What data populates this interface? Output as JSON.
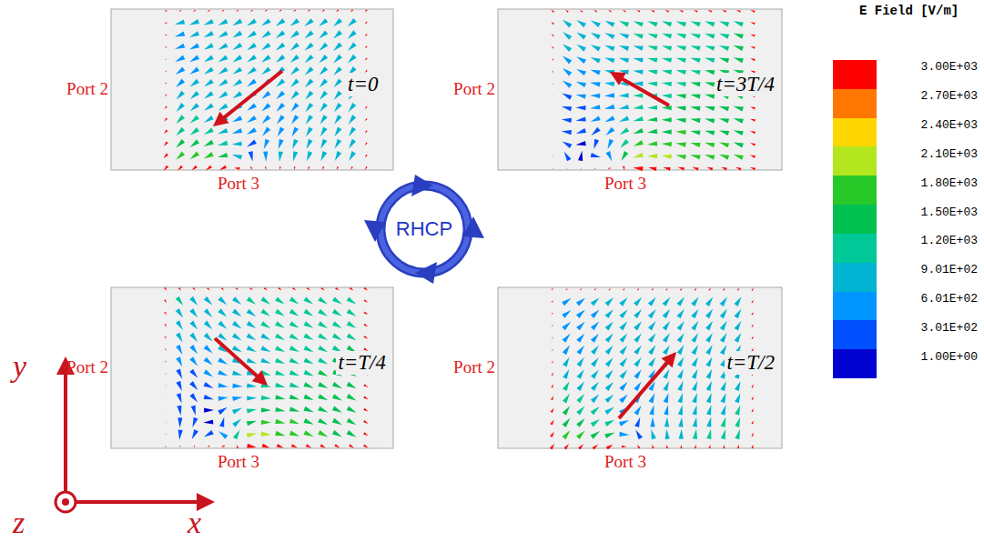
{
  "diagram": {
    "nodes": [
      {
        "text": [
          "Port 2",
          "t=0",
          "Port 3"
        ]
      },
      {
        "text": [
          "Port 2",
          "t=3T/4",
          "Port 3"
        ]
      },
      {
        "text": [
          "RHCP"
        ]
      },
      {
        "text": [
          "Port 2",
          "t=T/4",
          "Port 3"
        ]
      },
      {
        "text": [
          "Port 2",
          "t=T/2",
          "Port 3"
        ]
      }
    ],
    "labels": [
      "y",
      "x",
      "z",
      "E Field [V/m]"
    ],
    "legend": [
      {
        "text": "3.00E+03",
        "color": "#ff0000"
      },
      {
        "text": "2.70E+03",
        "color": "#ff7700"
      },
      {
        "text": "2.40E+03",
        "color": "#ffd700"
      },
      {
        "text": "2.10E+03",
        "color": "#b4e61e"
      },
      {
        "text": "1.80E+03",
        "color": "#28c828"
      },
      {
        "text": "1.50E+03",
        "color": "#00c050"
      },
      {
        "text": "1.20E+03",
        "color": "#00c896"
      },
      {
        "text": "9.01E+02",
        "color": "#00b4d2"
      },
      {
        "text": "6.01E+02",
        "color": "#0096ff"
      },
      {
        "text": "3.01E+02",
        "color": "#0050ff"
      },
      {
        "text": "1.00E+00",
        "color": "#0000d0"
      }
    ]
  }
}
